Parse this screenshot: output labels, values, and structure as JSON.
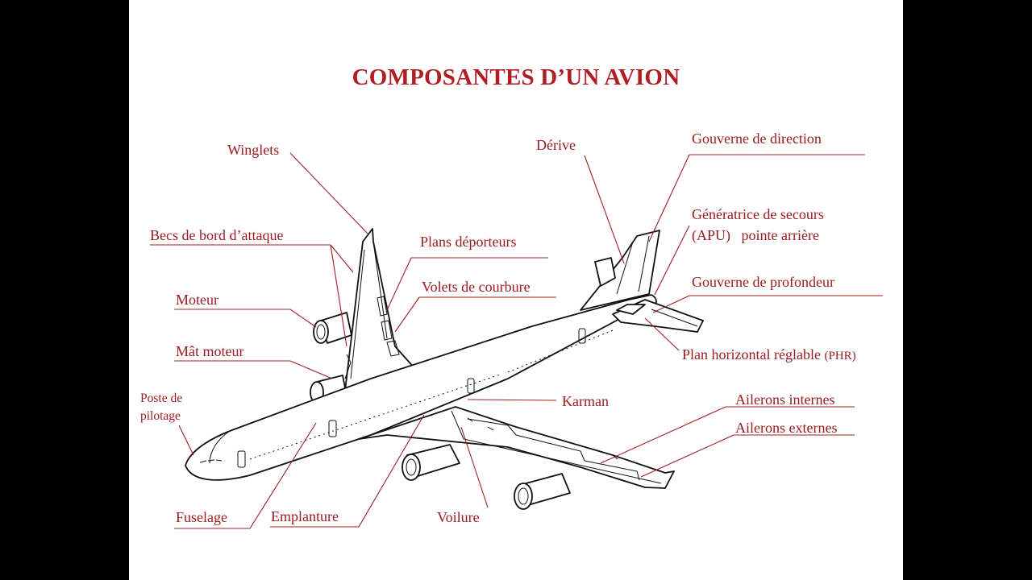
{
  "title": "COMPOSANTES D’UN AVION",
  "labels": {
    "winglets": "Winglets",
    "becs": "Becs de bord d’attaque",
    "moteur": "Moteur",
    "mat_moteur": "Mât moteur",
    "poste_pilotage": "Poste de pilotage",
    "fuselage": "Fuselage",
    "emplanture": "Emplanture",
    "voilure": "Voilure",
    "plans_deporteurs": "Plans déporteurs",
    "volets_courbure": "Volets de courbure",
    "karman": "Karman",
    "derive": "Dérive",
    "gouverne_direction": "Gouverne de direction",
    "generatrice_line1": "Génératrice de secours",
    "generatrice_line2": "(APU)   pointe arrière",
    "gouverne_profondeur": "Gouverne de profondeur",
    "phr_main": "Plan horizontal réglable ",
    "phr_abbr": "(PHR)",
    "ailerons_internes": "Ailerons internes",
    "ailerons_externes": "Ailerons externes"
  },
  "colors": {
    "label": "#9a1c20",
    "title": "#b01e23",
    "background": "#ffffff",
    "letterbox": "#000000",
    "airplane": "#111111"
  }
}
